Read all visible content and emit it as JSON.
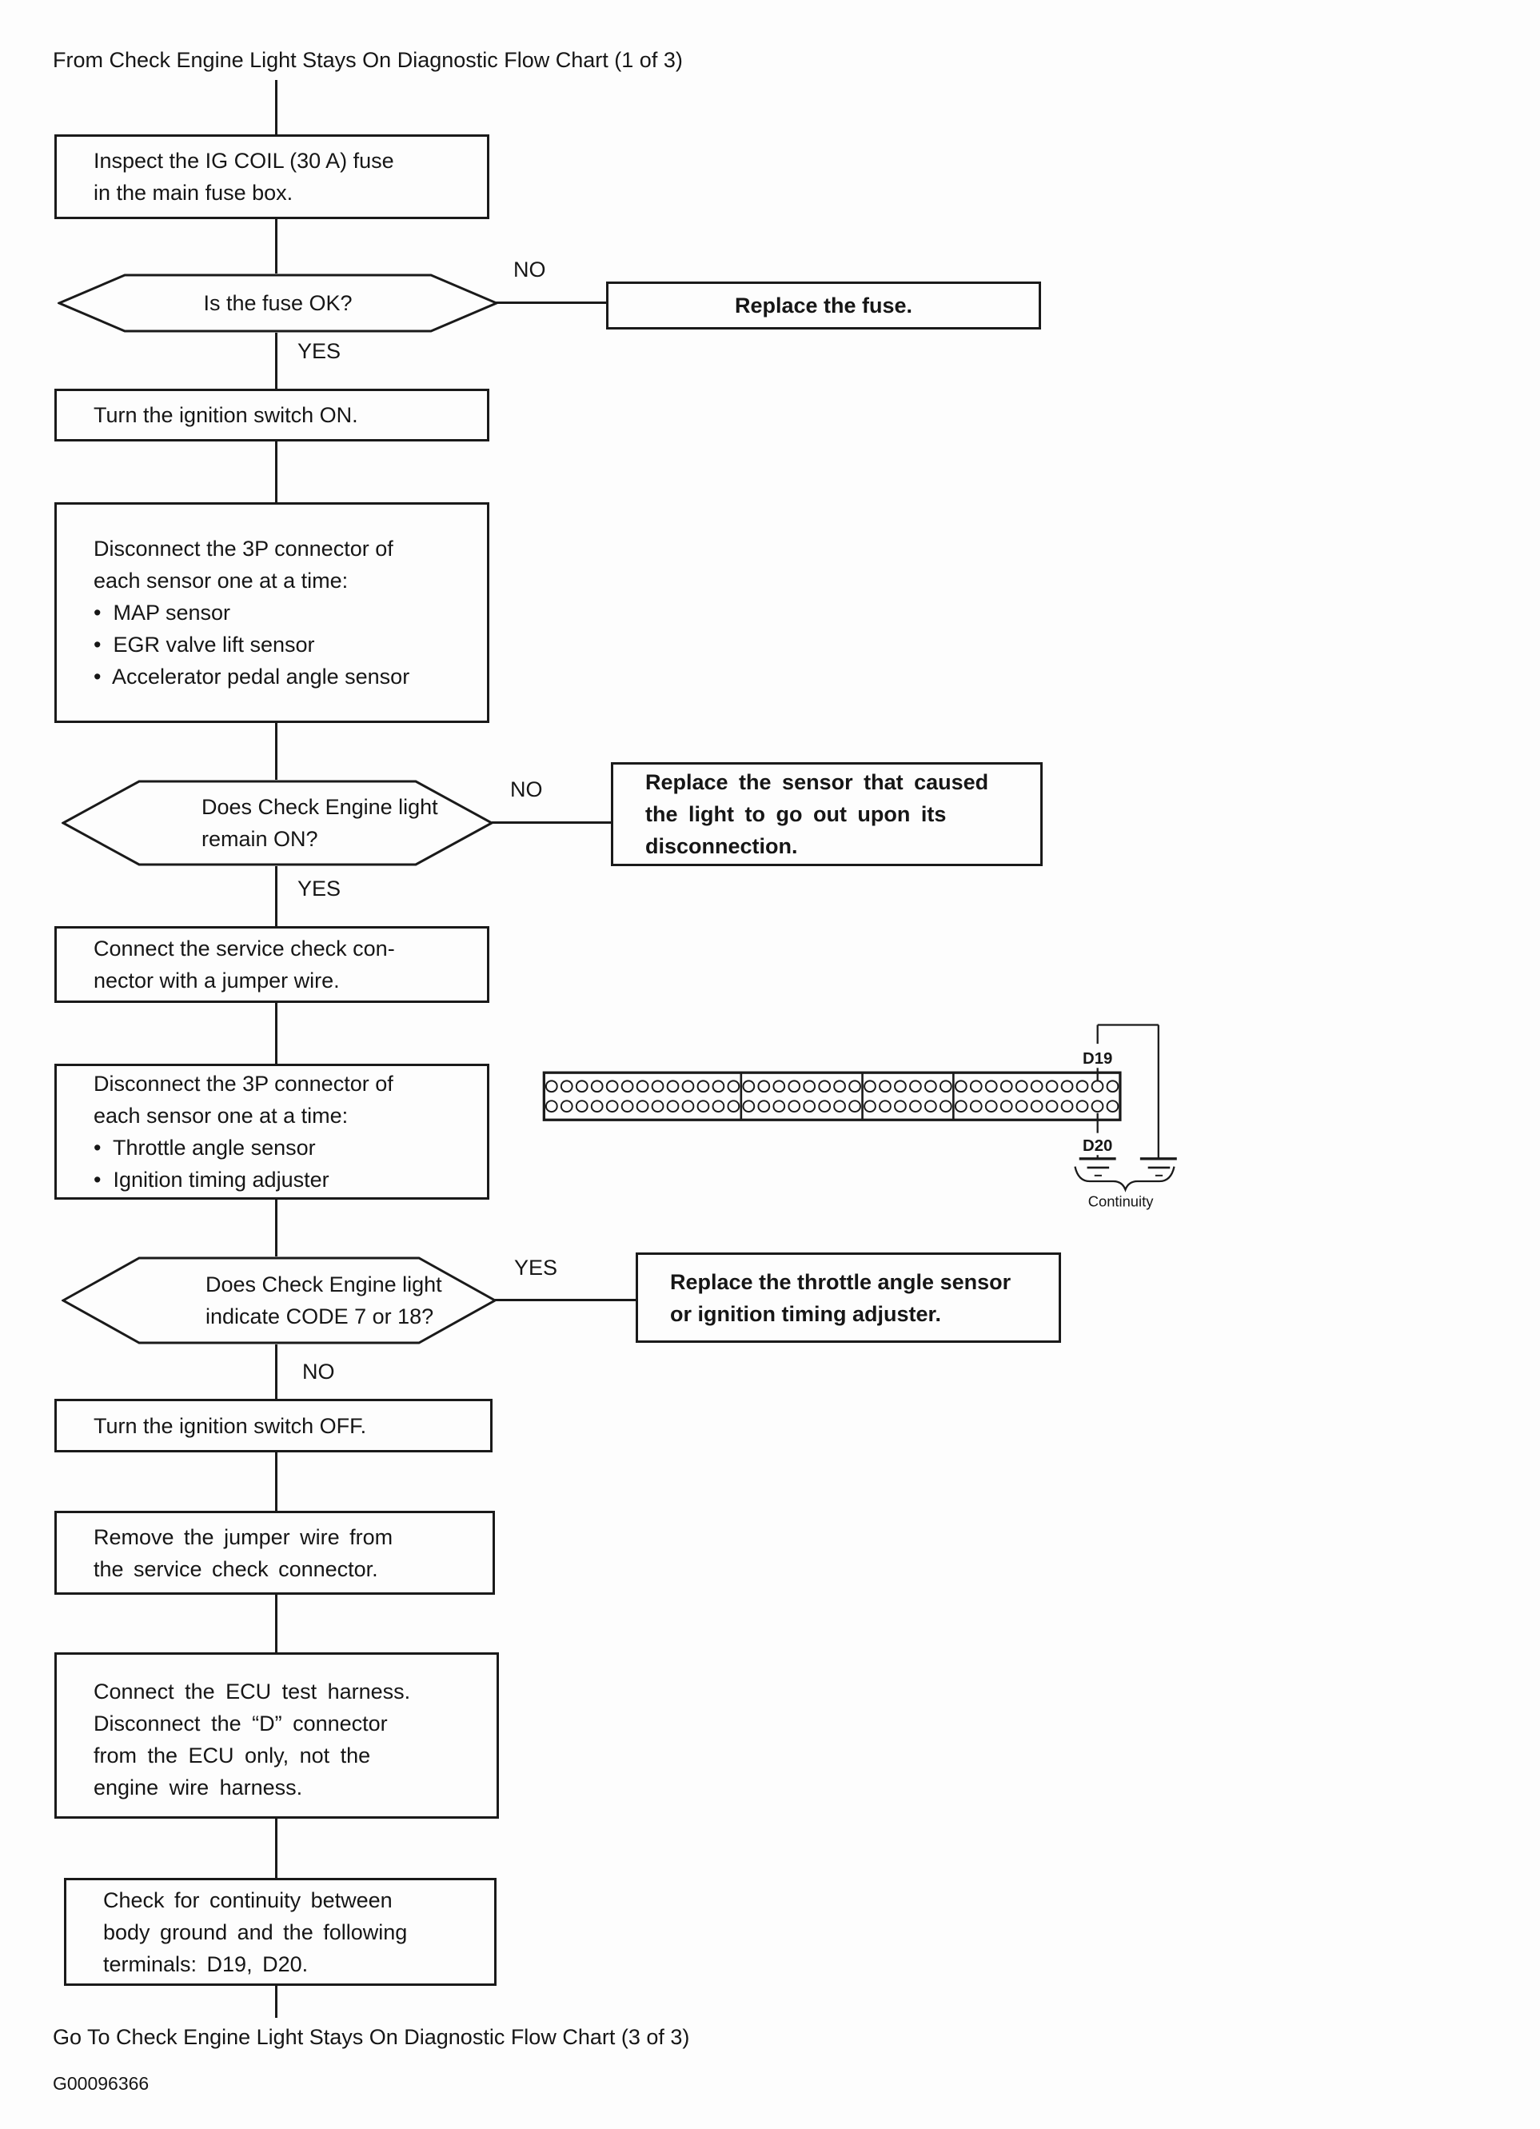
{
  "page": {
    "header": "From Check Engine Light Stays On Diagnostic Flow Chart (1 of 3)",
    "footer_goto": "Go To Check Engine Light Stays On Diagnostic Flow Chart (3 of 3)",
    "figure_id": "G00096366"
  },
  "labels": {
    "yes": "YES",
    "no": "NO"
  },
  "flow": {
    "step1": {
      "lines": [
        "Inspect the IG COIL (30 A) fuse",
        "in the main fuse box."
      ]
    },
    "decision1": {
      "lines": [
        "Is the fuse OK?"
      ]
    },
    "result1": {
      "lines": [
        "Replace the fuse."
      ]
    },
    "step2": {
      "lines": [
        "Turn the ignition switch ON."
      ]
    },
    "step3": {
      "lines": [
        "Disconnect the 3P connector of",
        "each sensor one at a time:",
        "•  MAP sensor",
        "•  EGR valve lift sensor",
        "•  Accelerator pedal angle sensor"
      ]
    },
    "decision2": {
      "lines": [
        "Does Check Engine light",
        "remain ON?"
      ]
    },
    "result2": {
      "lines": [
        "Replace the sensor that caused",
        "the light to go out upon its",
        "disconnection."
      ]
    },
    "step4": {
      "lines": [
        "Connect the service check con-",
        "nector with a jumper wire."
      ]
    },
    "step5": {
      "lines": [
        "Disconnect the 3P connector of",
        "each sensor one at a time:",
        "•  Throttle angle sensor",
        "•  Ignition timing adjuster"
      ]
    },
    "decision3": {
      "lines": [
        "Does Check Engine light",
        "indicate CODE 7 or 18?"
      ]
    },
    "result3": {
      "lines": [
        "Replace the throttle angle sensor",
        "or ignition timing adjuster."
      ]
    },
    "step6": {
      "lines": [
        "Turn the ignition switch OFF."
      ]
    },
    "step7": {
      "lines": [
        "Remove the jumper wire from",
        "the service check connector."
      ]
    },
    "step8": {
      "lines": [
        "Connect the ECU test harness.",
        "Disconnect the “D” connector",
        "from the ECU only, not the",
        "engine wire harness."
      ]
    },
    "step9": {
      "lines": [
        "Check for continuity between",
        "body ground and the following",
        "terminals: D19, D20."
      ]
    }
  },
  "connector": {
    "rows": 2,
    "sections": [
      {
        "pins_per_row": 13
      },
      {
        "pins_per_row": 8
      },
      {
        "pins_per_row": 6
      },
      {
        "pins_per_row": 11
      }
    ],
    "pin_labels": {
      "top": "D19",
      "bottom": "D20"
    },
    "d19_pin_index": 10,
    "d20_pin_index": 10,
    "continuity_label": "Continuity"
  }
}
